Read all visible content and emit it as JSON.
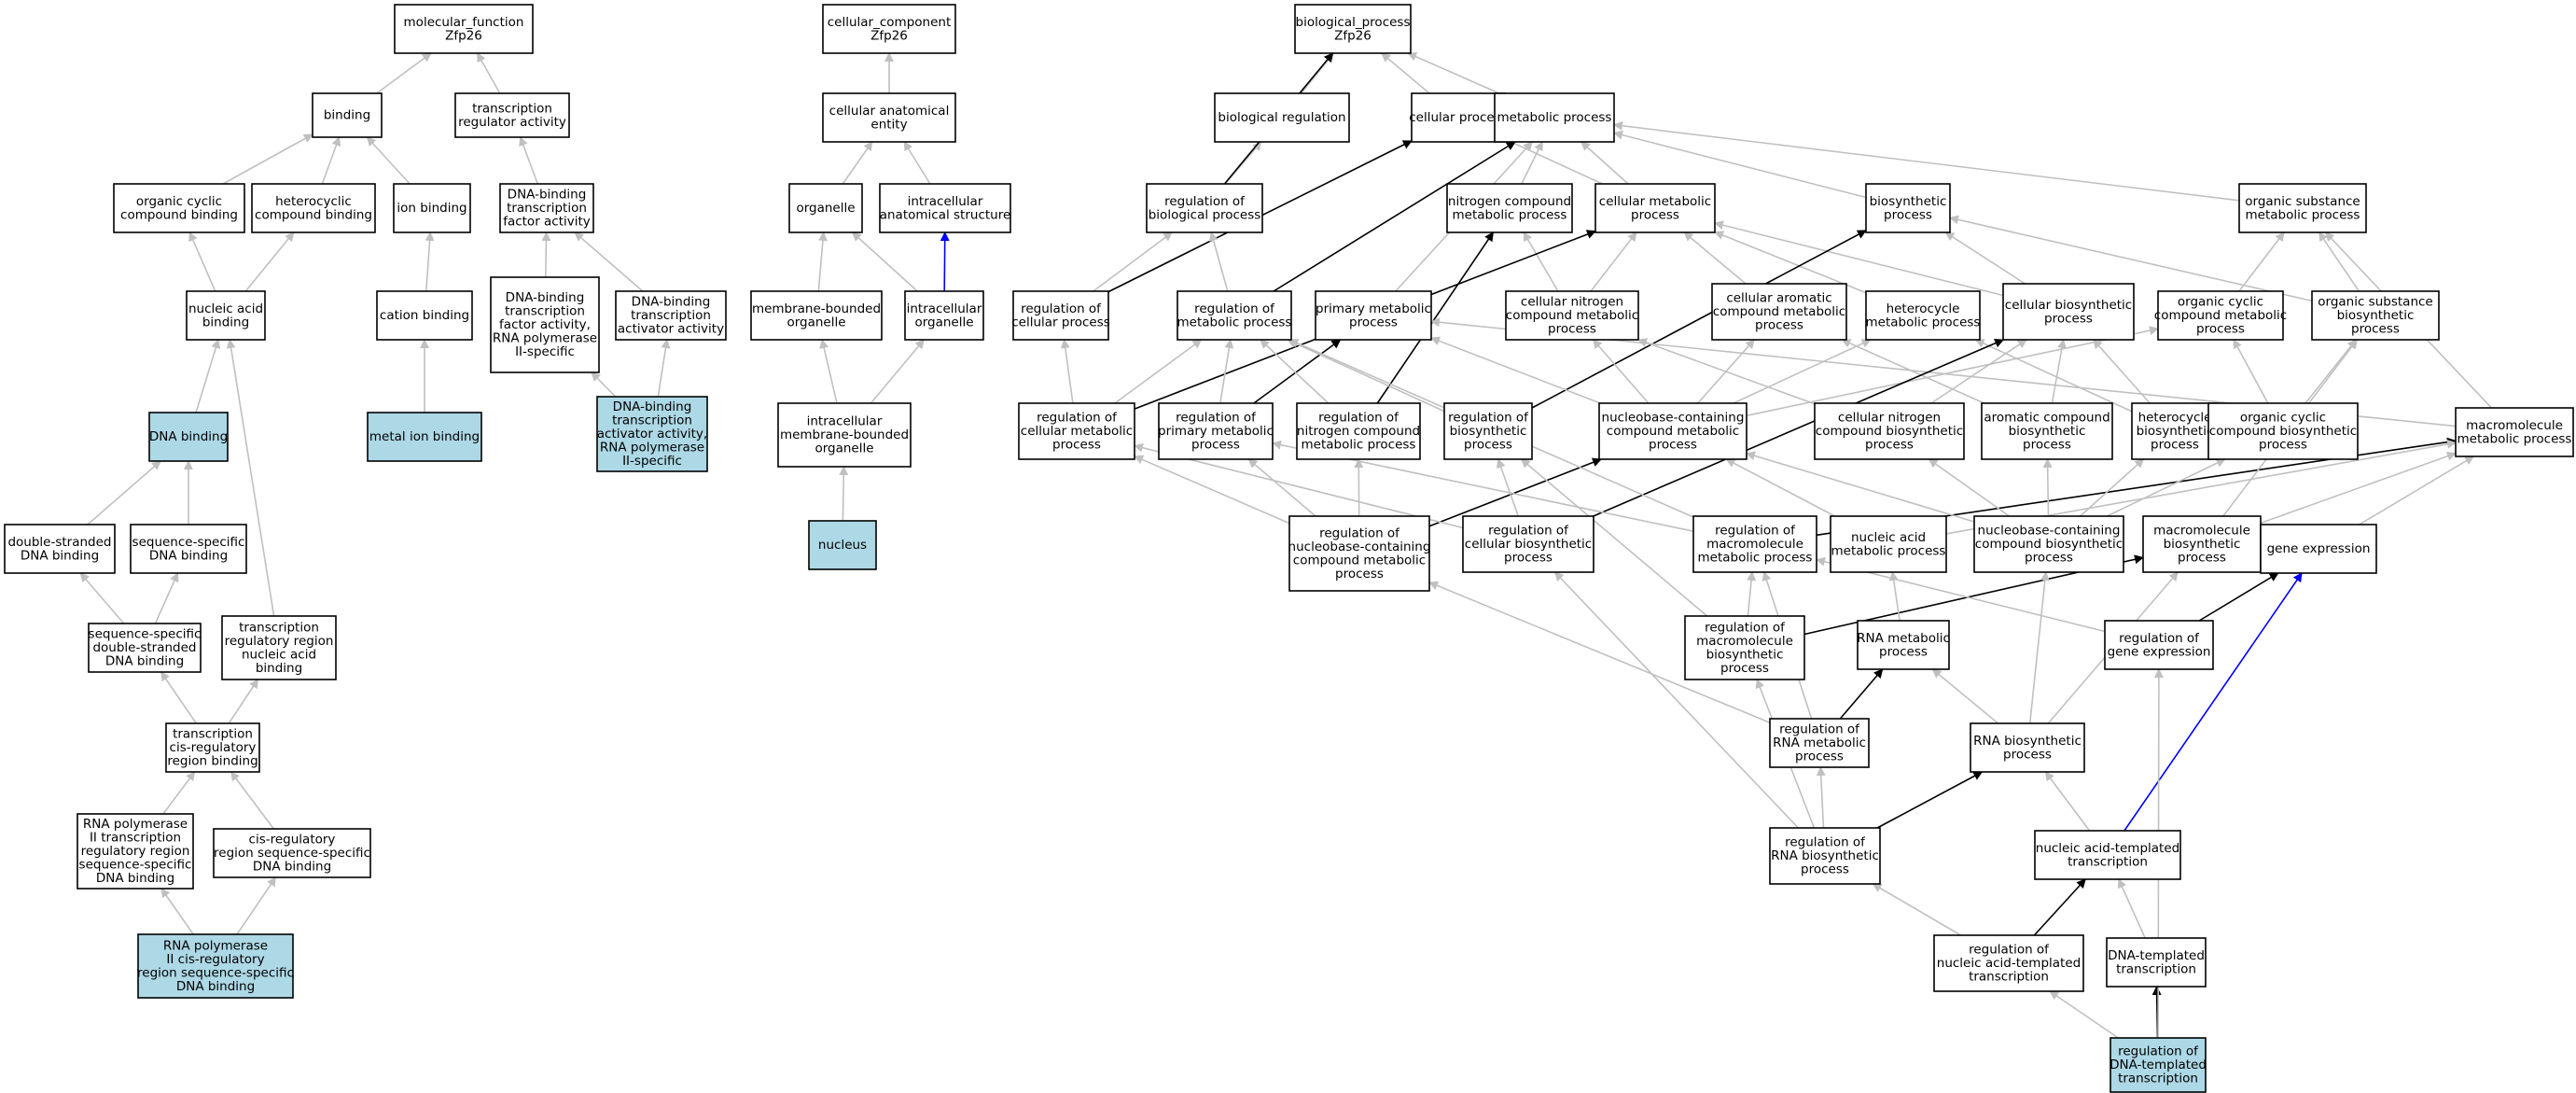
{
  "colors": {
    "node_fill": "#ffffff",
    "highlight_fill": "#add8e6",
    "border": "#000000",
    "edge_gray": "#c0c0c0",
    "edge_black": "#000000",
    "edge_blue": "#0000ff"
  },
  "nodes": [
    {
      "id": "mf",
      "label": "molecular_function\nZfp26",
      "style": "plain"
    },
    {
      "id": "binding",
      "label": "binding",
      "style": "plain"
    },
    {
      "id": "tra",
      "label": "transcription\nregulator activity",
      "style": "plain"
    },
    {
      "id": "occb",
      "label": "organic cyclic\ncompound binding",
      "style": "plain"
    },
    {
      "id": "hcb",
      "label": "heterocyclic\ncompound binding",
      "style": "plain"
    },
    {
      "id": "ionb",
      "label": "ion binding",
      "style": "plain"
    },
    {
      "id": "dbtfa",
      "label": "DNA-binding\ntranscription\nfactor activity",
      "style": "plain"
    },
    {
      "id": "nab",
      "label": "nucleic acid\nbinding",
      "style": "plain"
    },
    {
      "id": "cationb",
      "label": "cation binding",
      "style": "plain"
    },
    {
      "id": "dbtfa2",
      "label": "DNA-binding\ntranscription\nfactor activity,\nRNA polymerase\nII-specific",
      "style": "plain"
    },
    {
      "id": "dbtaa",
      "label": "DNA-binding\ntranscription\nactivator activity",
      "style": "plain"
    },
    {
      "id": "dnab",
      "label": "DNA binding",
      "style": "highlight"
    },
    {
      "id": "metalb",
      "label": "metal ion binding",
      "style": "highlight"
    },
    {
      "id": "dbtaa2",
      "label": "DNA-binding\ntranscription\nactivator activity,\nRNA polymerase\nII-specific",
      "style": "highlight"
    },
    {
      "id": "dsdna",
      "label": "double-stranded\nDNA binding",
      "style": "plain"
    },
    {
      "id": "ssdna",
      "label": "sequence-specific\nDNA binding",
      "style": "plain"
    },
    {
      "id": "ssds",
      "label": "sequence-specific\ndouble-stranded\nDNA binding",
      "style": "plain"
    },
    {
      "id": "trrnab",
      "label": "transcription\nregulatory region\nnucleic acid\nbinding",
      "style": "plain"
    },
    {
      "id": "tcrb",
      "label": "transcription\ncis-regulatory\nregion binding",
      "style": "plain"
    },
    {
      "id": "rnap2",
      "label": "RNA polymerase\nII transcription\nregulatory region\nsequence-specific\nDNA binding",
      "style": "plain"
    },
    {
      "id": "crss",
      "label": "cis-regulatory\nregion sequence-specific\nDNA binding",
      "style": "plain"
    },
    {
      "id": "rnap2cr",
      "label": "RNA polymerase\nII cis-regulatory\nregion sequence-specific\nDNA binding",
      "style": "highlight"
    },
    {
      "id": "cc",
      "label": "cellular_component\nZfp26",
      "style": "plain"
    },
    {
      "id": "cae",
      "label": "cellular anatomical\nentity",
      "style": "plain"
    },
    {
      "id": "organelle",
      "label": "organelle",
      "style": "plain"
    },
    {
      "id": "ias",
      "label": "intracellular\nanatomical structure",
      "style": "plain"
    },
    {
      "id": "mbo",
      "label": "membrane-bounded\norganelle",
      "style": "plain"
    },
    {
      "id": "io",
      "label": "intracellular\norganelle",
      "style": "plain"
    },
    {
      "id": "imbo",
      "label": "intracellular\nmembrane-bounded\norganelle",
      "style": "plain"
    },
    {
      "id": "nucleus",
      "label": "nucleus",
      "style": "highlight"
    },
    {
      "id": "bp",
      "label": "biological_process\nZfp26",
      "style": "plain"
    },
    {
      "id": "breg",
      "label": "biological regulation",
      "style": "plain"
    },
    {
      "id": "cp",
      "label": "cellular process",
      "style": "plain"
    },
    {
      "id": "mp",
      "label": "metabolic process",
      "style": "plain"
    },
    {
      "id": "rbp",
      "label": "regulation of\nbiological process",
      "style": "plain"
    },
    {
      "id": "ncmp",
      "label": "nitrogen compound\nmetabolic process",
      "style": "plain"
    },
    {
      "id": "cmp",
      "label": "cellular metabolic\nprocess",
      "style": "plain"
    },
    {
      "id": "bsp",
      "label": "biosynthetic\nprocess",
      "style": "plain"
    },
    {
      "id": "osmp",
      "label": "organic substance\nmetabolic process",
      "style": "plain"
    },
    {
      "id": "rcp",
      "label": "regulation of\ncellular process",
      "style": "plain"
    },
    {
      "id": "rmp",
      "label": "regulation of\nmetabolic process",
      "style": "plain"
    },
    {
      "id": "pmp",
      "label": "primary metabolic\nprocess",
      "style": "plain"
    },
    {
      "id": "cncmp",
      "label": "cellular nitrogen\ncompound metabolic\nprocess",
      "style": "plain"
    },
    {
      "id": "cacmp",
      "label": "cellular aromatic\ncompound metabolic\nprocess",
      "style": "plain"
    },
    {
      "id": "hmp",
      "label": "heterocycle\nmetabolic process",
      "style": "plain"
    },
    {
      "id": "cbp",
      "label": "cellular biosynthetic\nprocess",
      "style": "plain"
    },
    {
      "id": "occmp",
      "label": "organic cyclic\ncompound metabolic\nprocess",
      "style": "plain"
    },
    {
      "id": "osbp",
      "label": "organic substance\nbiosynthetic\nprocess",
      "style": "plain"
    },
    {
      "id": "rcmp",
      "label": "regulation of\ncellular metabolic\nprocess",
      "style": "plain"
    },
    {
      "id": "rpmp",
      "label": "regulation of\nprimary metabolic\nprocess",
      "style": "plain"
    },
    {
      "id": "rncmp",
      "label": "regulation of\nnitrogen compound\nmetabolic process",
      "style": "plain"
    },
    {
      "id": "rbsp",
      "label": "regulation of\nbiosynthetic\nprocess",
      "style": "plain"
    },
    {
      "id": "nbcmp",
      "label": "nucleobase-containing\ncompound metabolic\nprocess",
      "style": "plain"
    },
    {
      "id": "cncbp",
      "label": "cellular nitrogen\ncompound biosynthetic\nprocess",
      "style": "plain"
    },
    {
      "id": "acbp",
      "label": "aromatic compound\nbiosynthetic\nprocess",
      "style": "plain"
    },
    {
      "id": "hbp",
      "label": "heterocycle\nbiosynthetic\nprocess",
      "style": "plain"
    },
    {
      "id": "occbp",
      "label": "organic cyclic\ncompound biosynthetic\nprocess",
      "style": "plain"
    },
    {
      "id": "macmp",
      "label": "macromolecule\nmetabolic process",
      "style": "plain"
    },
    {
      "id": "rnbcmp",
      "label": "regulation of\nnucleobase-containing\ncompound metabolic\nprocess",
      "style": "plain"
    },
    {
      "id": "rcbp",
      "label": "regulation of\ncellular biosynthetic\nprocess",
      "style": "plain"
    },
    {
      "id": "rmmp",
      "label": "regulation of\nmacromolecule\nmetabolic process",
      "style": "plain"
    },
    {
      "id": "namp",
      "label": "nucleic acid\nmetabolic process",
      "style": "plain"
    },
    {
      "id": "nbcbp",
      "label": "nucleobase-containing\ncompound biosynthetic\nprocess",
      "style": "plain"
    },
    {
      "id": "mbsp",
      "label": "macromolecule\nbiosynthetic\nprocess",
      "style": "plain"
    },
    {
      "id": "ge",
      "label": "gene expression",
      "style": "plain"
    },
    {
      "id": "rmbp",
      "label": "regulation of\nmacromolecule\nbiosynthetic\nprocess",
      "style": "plain"
    },
    {
      "id": "rnamp",
      "label": "RNA metabolic\nprocess",
      "style": "plain"
    },
    {
      "id": "rge",
      "label": "regulation of\ngene expression",
      "style": "plain"
    },
    {
      "id": "rrnamp",
      "label": "regulation of\nRNA metabolic\nprocess",
      "style": "plain"
    },
    {
      "id": "rnabp",
      "label": "RNA biosynthetic\nprocess",
      "style": "plain"
    },
    {
      "id": "rrnabp",
      "label": "regulation of\nRNA biosynthetic\nprocess",
      "style": "plain"
    },
    {
      "id": "natt",
      "label": "nucleic acid-templated\ntranscription",
      "style": "plain"
    },
    {
      "id": "rnatt",
      "label": "regulation of\nnucleic acid-templated\ntranscription",
      "style": "plain"
    },
    {
      "id": "dtt",
      "label": "DNA-templated\ntranscription",
      "style": "plain"
    },
    {
      "id": "rdtt",
      "label": "regulation of\nDNA-templated\ntranscription",
      "style": "highlight"
    }
  ],
  "edges": [
    [
      "binding",
      "mf",
      "gray"
    ],
    [
      "tra",
      "mf",
      "gray"
    ],
    [
      "occb",
      "binding",
      "gray"
    ],
    [
      "hcb",
      "binding",
      "gray"
    ],
    [
      "ionb",
      "binding",
      "gray"
    ],
    [
      "dbtfa",
      "tra",
      "gray"
    ],
    [
      "nab",
      "occb",
      "gray"
    ],
    [
      "nab",
      "hcb",
      "gray"
    ],
    [
      "cationb",
      "ionb",
      "gray"
    ],
    [
      "dbtfa2",
      "dbtfa",
      "gray"
    ],
    [
      "dbtaa",
      "dbtfa",
      "gray"
    ],
    [
      "metalb",
      "cationb",
      "gray"
    ],
    [
      "dbtaa2",
      "dbtfa2",
      "gray"
    ],
    [
      "dbtaa2",
      "dbtaa",
      "gray"
    ],
    [
      "dnab",
      "nab",
      "gray"
    ],
    [
      "dsdna",
      "dnab",
      "gray"
    ],
    [
      "ssdna",
      "dnab",
      "gray"
    ],
    [
      "ssds",
      "dsdna",
      "gray"
    ],
    [
      "ssds",
      "ssdna",
      "gray"
    ],
    [
      "trrnab",
      "nab",
      "gray"
    ],
    [
      "tcrb",
      "ssds",
      "gray"
    ],
    [
      "tcrb",
      "trrnab",
      "gray"
    ],
    [
      "rnap2",
      "tcrb",
      "gray"
    ],
    [
      "crss",
      "tcrb",
      "gray"
    ],
    [
      "rnap2cr",
      "rnap2",
      "gray"
    ],
    [
      "rnap2cr",
      "crss",
      "gray"
    ],
    [
      "cae",
      "cc",
      "gray"
    ],
    [
      "organelle",
      "cae",
      "gray"
    ],
    [
      "ias",
      "cae",
      "gray"
    ],
    [
      "mbo",
      "organelle",
      "gray"
    ],
    [
      "io",
      "organelle",
      "gray"
    ],
    [
      "io",
      "ias",
      "blue"
    ],
    [
      "imbo",
      "mbo",
      "gray"
    ],
    [
      "imbo",
      "io",
      "gray"
    ],
    [
      "nucleus",
      "imbo",
      "gray"
    ],
    [
      "breg",
      "bp",
      "gray"
    ],
    [
      "cp",
      "bp",
      "gray"
    ],
    [
      "mp",
      "bp",
      "gray"
    ],
    [
      "rbp",
      "breg",
      "gray"
    ],
    [
      "rbp",
      "bp",
      "black"
    ],
    [
      "ncmp",
      "mp",
      "gray"
    ],
    [
      "cmp",
      "mp",
      "gray"
    ],
    [
      "cmp",
      "cp",
      "gray"
    ],
    [
      "bsp",
      "mp",
      "gray"
    ],
    [
      "osmp",
      "mp",
      "gray"
    ],
    [
      "rcp",
      "rbp",
      "gray"
    ],
    [
      "rcp",
      "cp",
      "black"
    ],
    [
      "rmp",
      "rbp",
      "gray"
    ],
    [
      "rmp",
      "mp",
      "black"
    ],
    [
      "pmp",
      "mp",
      "gray"
    ],
    [
      "cncmp",
      "ncmp",
      "gray"
    ],
    [
      "cncmp",
      "cmp",
      "gray"
    ],
    [
      "cacmp",
      "cmp",
      "gray"
    ],
    [
      "hmp",
      "cmp",
      "gray"
    ],
    [
      "cbp",
      "cmp",
      "gray"
    ],
    [
      "cbp",
      "bsp",
      "gray"
    ],
    [
      "occmp",
      "osmp",
      "gray"
    ],
    [
      "osbp",
      "osmp",
      "gray"
    ],
    [
      "osbp",
      "bsp",
      "gray"
    ],
    [
      "rcmp",
      "rcp",
      "gray"
    ],
    [
      "rcmp",
      "rmp",
      "gray"
    ],
    [
      "rcmp",
      "cmp",
      "black"
    ],
    [
      "rpmp",
      "rmp",
      "gray"
    ],
    [
      "rpmp",
      "pmp",
      "black"
    ],
    [
      "rncmp",
      "rmp",
      "gray"
    ],
    [
      "rncmp",
      "ncmp",
      "black"
    ],
    [
      "rbsp",
      "rmp",
      "gray"
    ],
    [
      "rbsp",
      "bsp",
      "black"
    ],
    [
      "nbcmp",
      "cncmp",
      "gray"
    ],
    [
      "nbcmp",
      "cacmp",
      "gray"
    ],
    [
      "nbcmp",
      "hmp",
      "gray"
    ],
    [
      "nbcmp",
      "occmp",
      "gray"
    ],
    [
      "nbcmp",
      "pmp",
      "gray"
    ],
    [
      "cncbp",
      "cncmp",
      "gray"
    ],
    [
      "cncbp",
      "cbp",
      "gray"
    ],
    [
      "acbp",
      "cacmp",
      "gray"
    ],
    [
      "acbp",
      "cbp",
      "gray"
    ],
    [
      "hbp",
      "hmp",
      "gray"
    ],
    [
      "hbp",
      "cbp",
      "gray"
    ],
    [
      "occbp",
      "occmp",
      "gray"
    ],
    [
      "occbp",
      "osbp",
      "gray"
    ],
    [
      "macmp",
      "osmp",
      "gray"
    ],
    [
      "macmp",
      "pmp",
      "gray"
    ],
    [
      "rnbcmp",
      "rcmp",
      "gray"
    ],
    [
      "rnbcmp",
      "rpmp",
      "gray"
    ],
    [
      "rnbcmp",
      "rncmp",
      "gray"
    ],
    [
      "rnbcmp",
      "nbcmp",
      "black"
    ],
    [
      "rcbp",
      "rcmp",
      "gray"
    ],
    [
      "rcbp",
      "rbsp",
      "gray"
    ],
    [
      "rcbp",
      "cbp",
      "black"
    ],
    [
      "rmmp",
      "rpmp",
      "gray"
    ],
    [
      "rmmp",
      "rmp",
      "gray"
    ],
    [
      "rmmp",
      "macmp",
      "black"
    ],
    [
      "namp",
      "nbcmp",
      "gray"
    ],
    [
      "namp",
      "macmp",
      "gray"
    ],
    [
      "nbcbp",
      "nbcmp",
      "gray"
    ],
    [
      "nbcbp",
      "cncbp",
      "gray"
    ],
    [
      "nbcbp",
      "acbp",
      "gray"
    ],
    [
      "nbcbp",
      "hbp",
      "gray"
    ],
    [
      "nbcbp",
      "occbp",
      "gray"
    ],
    [
      "mbsp",
      "macmp",
      "gray"
    ],
    [
      "mbsp",
      "osbp",
      "gray"
    ],
    [
      "ge",
      "macmp",
      "gray"
    ],
    [
      "rmbp",
      "rmmp",
      "gray"
    ],
    [
      "rmbp",
      "rbsp",
      "gray"
    ],
    [
      "rmbp",
      "mbsp",
      "black"
    ],
    [
      "rnamp",
      "namp",
      "gray"
    ],
    [
      "rge",
      "rmmp",
      "gray"
    ],
    [
      "rge",
      "ge",
      "black"
    ],
    [
      "rrnamp",
      "rnbcmp",
      "gray"
    ],
    [
      "rrnamp",
      "rmmp",
      "gray"
    ],
    [
      "rrnamp",
      "rnamp",
      "black"
    ],
    [
      "rnabp",
      "rnamp",
      "gray"
    ],
    [
      "rnabp",
      "nbcbp",
      "gray"
    ],
    [
      "rnabp",
      "mbsp",
      "gray"
    ],
    [
      "rrnabp",
      "rrnamp",
      "gray"
    ],
    [
      "rrnabp",
      "rmbp",
      "gray"
    ],
    [
      "rrnabp",
      "rcbp",
      "gray"
    ],
    [
      "rrnabp",
      "rnabp",
      "black"
    ],
    [
      "natt",
      "rnabp",
      "gray"
    ],
    [
      "natt",
      "ge",
      "blue"
    ],
    [
      "rnatt",
      "rrnabp",
      "gray"
    ],
    [
      "rnatt",
      "natt",
      "black"
    ],
    [
      "dtt",
      "natt",
      "gray"
    ],
    [
      "rdtt",
      "rnatt",
      "gray"
    ],
    [
      "rdtt",
      "dtt",
      "black"
    ],
    [
      "rdtt",
      "rge",
      "gray"
    ]
  ]
}
